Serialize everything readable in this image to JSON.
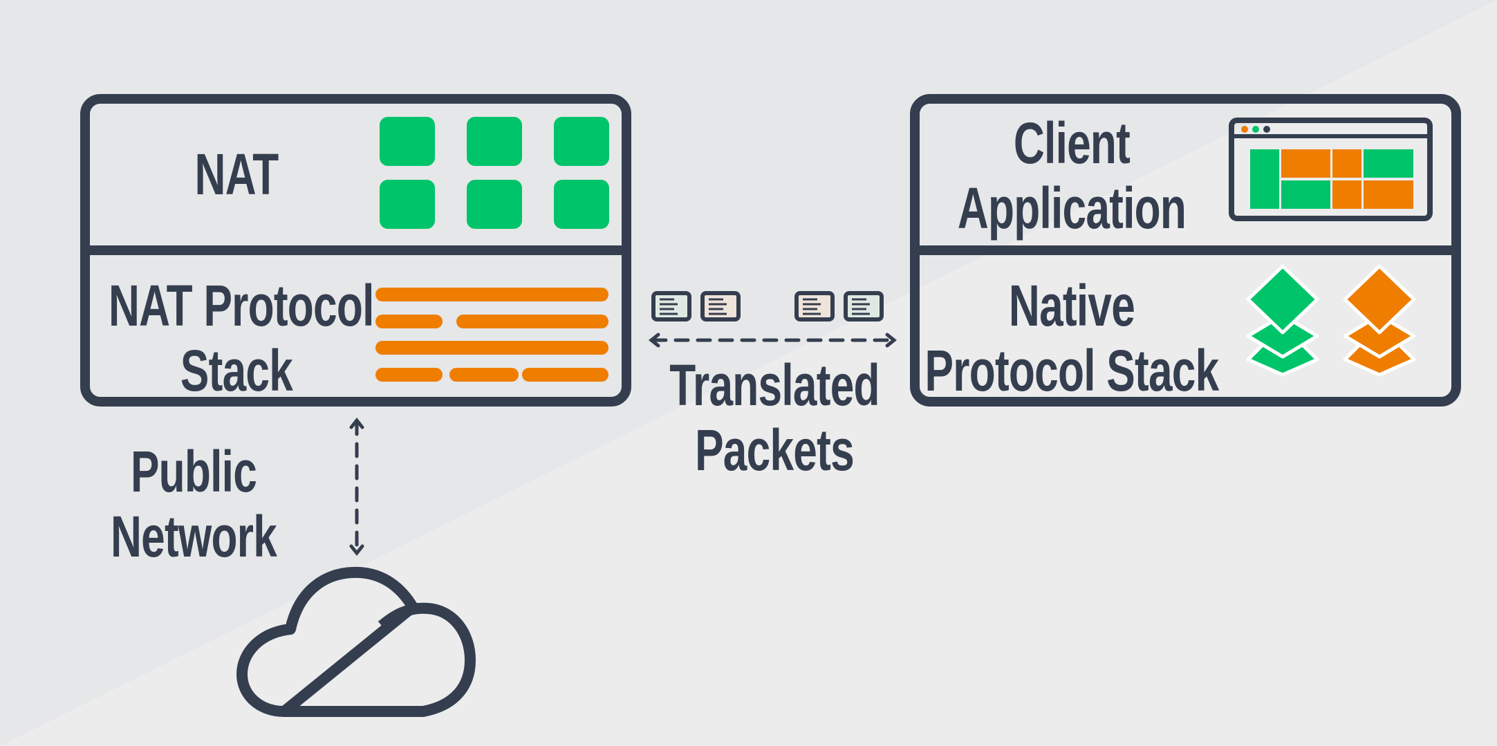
{
  "colors": {
    "background_dark": "#e6e7e8",
    "background_light": "#ececed",
    "outline": "#343e4f",
    "green": "#00c46a",
    "orange": "#ef7d00"
  },
  "nat_box": {
    "top_label": "NAT",
    "bottom_label_line1": "NAT Protocol",
    "bottom_label_line2": "Stack"
  },
  "client_box": {
    "top_label_line1": "Client",
    "top_label_line2": "Application",
    "bottom_label_line1": "Native",
    "bottom_label_line2": "Protocol Stack"
  },
  "link": {
    "label_line1": "Translated",
    "label_line2": "Packets"
  },
  "public_network": {
    "label_line1": "Public",
    "label_line2": "Network",
    "icon": "cloud-icon"
  }
}
